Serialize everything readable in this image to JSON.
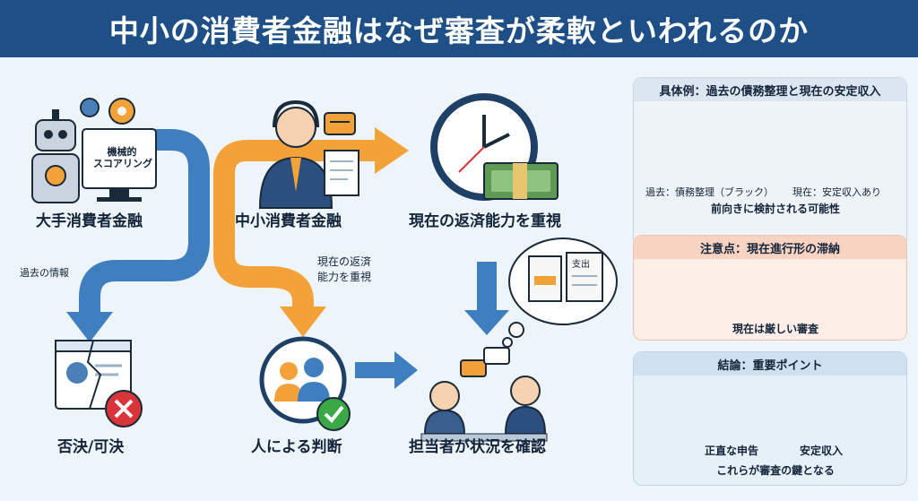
{
  "header": {
    "title": "中小の消費者金融はなぜ審査が柔軟といわれるのか"
  },
  "flow": {
    "major_lender": {
      "screen_label": "機械的\nスコアリング",
      "screen_line1": "機械的",
      "screen_line2": "スコアリング",
      "label": "大手消費者金融"
    },
    "past_info_label": "過去の情報",
    "result_label": "否決/可決",
    "small_lender": {
      "label": "中小消費者金融"
    },
    "current_ability_note_line1": "現在の返済",
    "current_ability_note_line2": "能力を重視",
    "current_ability": {
      "label": "現在の返済能力を重視"
    },
    "document_tag": "支出",
    "human_judgment": {
      "label": "人による判断"
    },
    "staff_check": {
      "label": "担当者が状況を確認"
    }
  },
  "panels": {
    "example": {
      "title": "具体例：過去の債務整理と現在の安定収入",
      "past_label": "過去：債務整理（ブラック）",
      "present_label": "現在：安定収入あり",
      "caption": "前向きに検討される可能性"
    },
    "caution": {
      "title": "注意点：現在進行形の滞納",
      "caption": "現在は厳しい審査"
    },
    "conclusion": {
      "title": "結論：重要ポイント",
      "item1": "正直な申告",
      "item2": "安定収入",
      "caption": "これらが審査の鍵となる"
    }
  },
  "colors": {
    "header_bg": "#1e4f86",
    "flow_blue": "#3f7fbf",
    "flow_orange": "#f3a23a",
    "accent_red": "#d9343a",
    "accent_green": "#3aa845"
  }
}
